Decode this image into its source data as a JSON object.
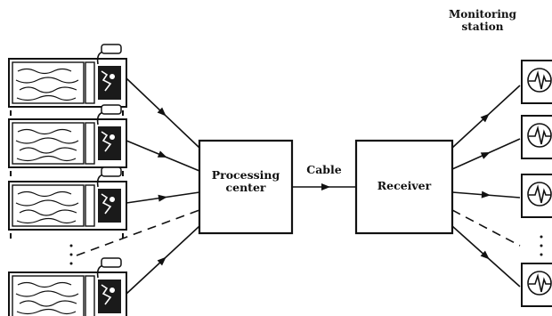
{
  "diagram": {
    "monitoring_label_line1": "Monitoring",
    "monitoring_label_line2": "station",
    "processing_line1": "Processing",
    "processing_line2": "center",
    "cable_label": "Cable",
    "receiver_label": "Receiver",
    "bed_count_solid": 4,
    "monitor_count_solid": 4,
    "ellipsis": "⋮"
  }
}
